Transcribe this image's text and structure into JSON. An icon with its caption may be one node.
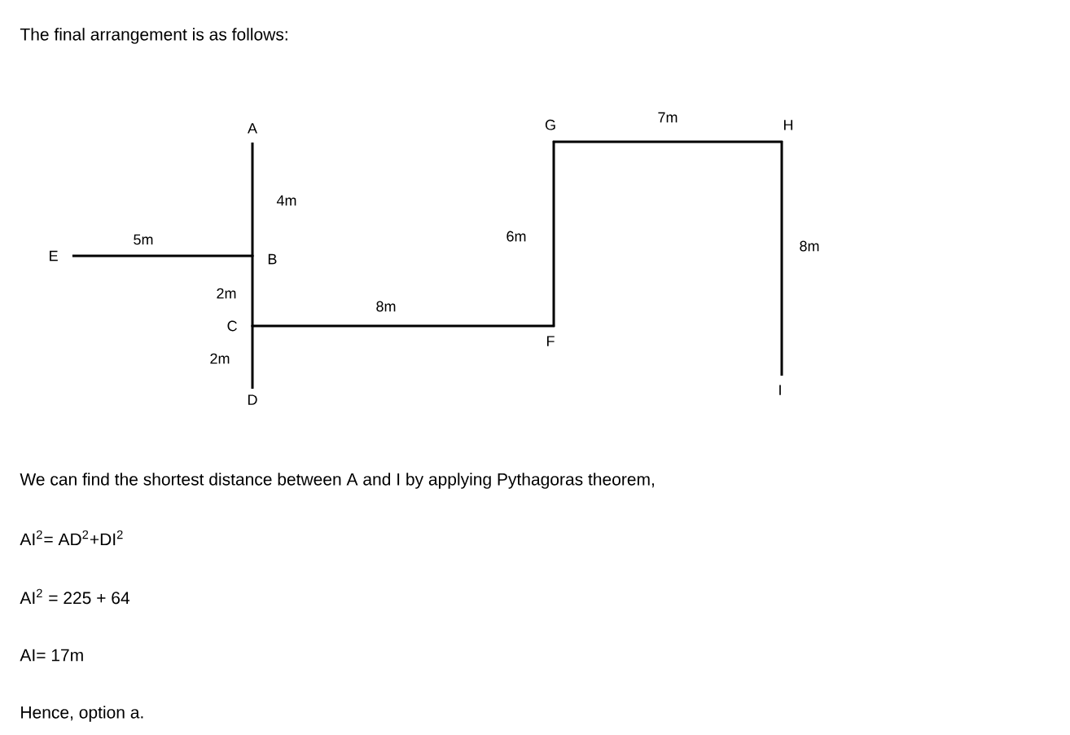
{
  "diagram": {
    "nodes": [
      {
        "text": [
          "A"
        ]
      },
      {
        "text": [
          "B"
        ]
      },
      {
        "text": [
          "C"
        ]
      },
      {
        "text": [
          "D"
        ]
      },
      {
        "text": [
          "E"
        ]
      },
      {
        "text": [
          "F"
        ]
      },
      {
        "text": [
          "G"
        ]
      },
      {
        "text": [
          "H"
        ]
      },
      {
        "text": [
          "I"
        ]
      }
    ],
    "edges": [
      {
        "from": 0,
        "to": 1,
        "arrow": "none",
        "label": "4m"
      },
      {
        "from": 4,
        "to": 1,
        "arrow": "none",
        "label": "5m"
      },
      {
        "from": 1,
        "to": 2,
        "arrow": "none",
        "label": "2m"
      },
      {
        "from": 2,
        "to": 3,
        "arrow": "none",
        "label": "2m"
      },
      {
        "from": 2,
        "to": 5,
        "arrow": "none",
        "label": "8m"
      },
      {
        "from": 5,
        "to": 6,
        "arrow": "none",
        "label": "6m"
      },
      {
        "from": 6,
        "to": 7,
        "arrow": "none",
        "label": "7m"
      },
      {
        "from": 7,
        "to": 8,
        "arrow": "none",
        "label": "8m"
      }
    ],
    "labels": [
      "The final arrangement is as follows:",
      "We can find the shortest distance between A and I by applying Pythagoras theorem,",
      "AI$^{2}$= AD$^{2}$+DI$^{2}$",
      "AI$^{2}$ = 225 + 64",
      "AI= 17m",
      "Hence, option a."
    ]
  }
}
